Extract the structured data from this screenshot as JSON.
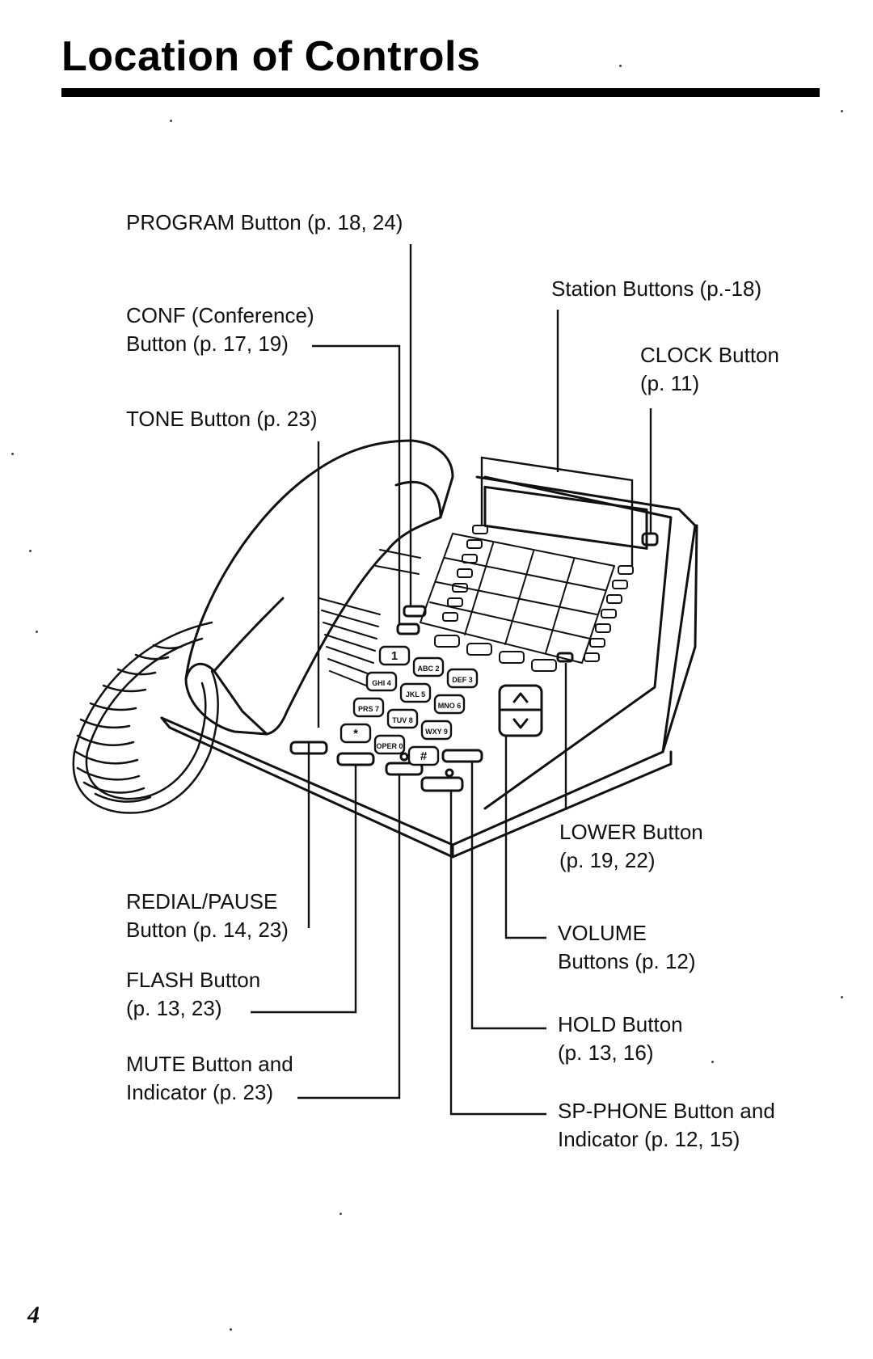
{
  "page": {
    "title": "Location of Controls",
    "page_number": "4"
  },
  "labels": {
    "program": [
      "PROGRAM Button (p. 18, 24)"
    ],
    "conf": [
      "CONF (Conference)",
      "Button (p. 17, 19)"
    ],
    "tone": [
      "TONE Button (p. 23)"
    ],
    "station": [
      "Station Buttons (p.-18)"
    ],
    "clock": [
      "CLOCK Button",
      "(p. 11)"
    ],
    "lower": [
      "LOWER Button",
      "(p. 19, 22)"
    ],
    "redial": [
      "REDIAL/PAUSE",
      "Button (p. 14, 23)"
    ],
    "flash": [
      "FLASH Button",
      "(p. 13, 23)"
    ],
    "mute": [
      "MUTE Button and",
      "Indicator (p. 23)"
    ],
    "volume": [
      "VOLUME",
      "Buttons (p. 12)"
    ],
    "hold": [
      "HOLD Button",
      "(p. 13, 16)"
    ],
    "spphone": [
      "SP-PHONE Button and",
      "Indicator (p. 12, 15)"
    ]
  },
  "keypad": [
    "1",
    "ABC 2",
    "DEF 3",
    "GHI 4",
    "JKL 5",
    "MNO 6",
    "PRS 7",
    "TUV 8",
    "WXY 9",
    "*",
    "OPER 0",
    "#"
  ]
}
